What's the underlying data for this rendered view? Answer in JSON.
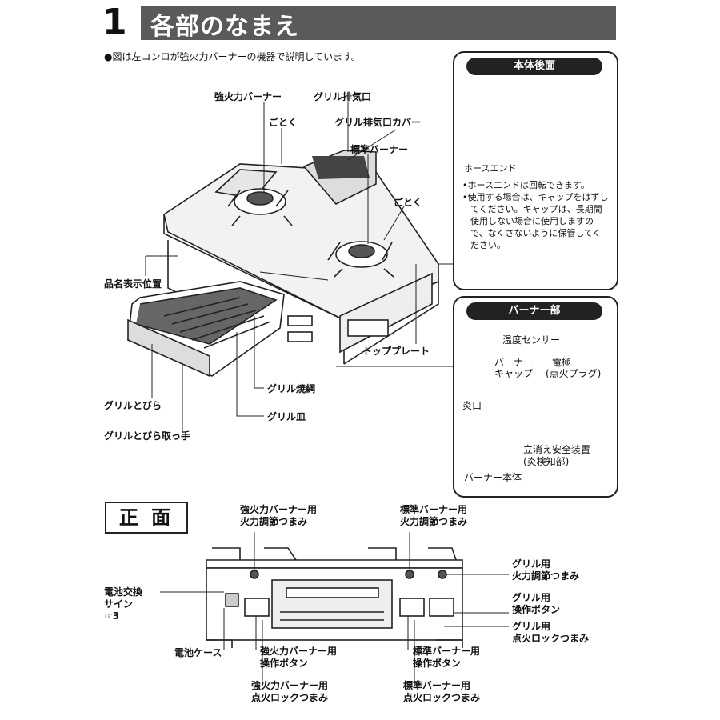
{
  "header": {
    "number": "1",
    "title": "各部のなまえ"
  },
  "note": "●図は左コンロが強火力バーナーの機器で説明しています。",
  "main_labels": {
    "strong_burner": "強火力バーナー",
    "gotoku_top": "ごとく",
    "grill_exhaust": "グリル排気口",
    "grill_exhaust_cover": "グリル排気口カバー",
    "standard_burner": "標準バーナー",
    "gotoku_right": "ごとく",
    "model_label": "品名表示位置",
    "top_plate": "トッププレート",
    "grill_door": "グリルとびら",
    "grill_net": "グリル焼網",
    "grill_plate": "グリル皿",
    "grill_door_handle": "グリルとびら取っ手"
  },
  "rear_panel": {
    "title": "本体後面",
    "hose_end": "ホースエンド",
    "notes": [
      "•ホースエンドは回転できます。",
      "•使用する場合は、キャップをはずしてください。キャップは、長期間使用しない場合に使用しますので、なくさないように保管してください。"
    ]
  },
  "burner_panel": {
    "title": "バーナー部",
    "temp_sensor": "温度センサー",
    "burner_cap_1": "バーナー",
    "burner_cap_2": "キャップ",
    "electrode_1": "電極",
    "electrode_2": "(点火プラグ)",
    "flame_port": "炎口",
    "safety_1": "立消え安全装置",
    "safety_2": "(炎検知部)",
    "burner_body": "バーナー本体"
  },
  "front_section": {
    "title": "正 面",
    "strong_knob_1": "強火力バーナー用",
    "strong_knob_2": "火力調節つまみ",
    "std_knob_1": "標準バーナー用",
    "std_knob_2": "火力調節つまみ",
    "grill_knob_1": "グリル用",
    "grill_knob_2": "火力調節つまみ",
    "battery_sign_1": "電池交換",
    "battery_sign_2": "サイン",
    "battery_sign_ref": "☞3",
    "grill_button_1": "グリル用",
    "grill_button_2": "操作ボタン",
    "grill_lock_1": "グリル用",
    "grill_lock_2": "点火ロックつまみ",
    "battery_case": "電池ケース",
    "strong_button_1": "強火力バーナー用",
    "strong_button_2": "操作ボタン",
    "std_button_1": "標準バーナー用",
    "std_button_2": "操作ボタン",
    "strong_lock_1": "強火力バーナー用",
    "strong_lock_2": "点火ロックつまみ",
    "std_lock_1": "標準バーナー用",
    "std_lock_2": "点火ロックつまみ"
  }
}
